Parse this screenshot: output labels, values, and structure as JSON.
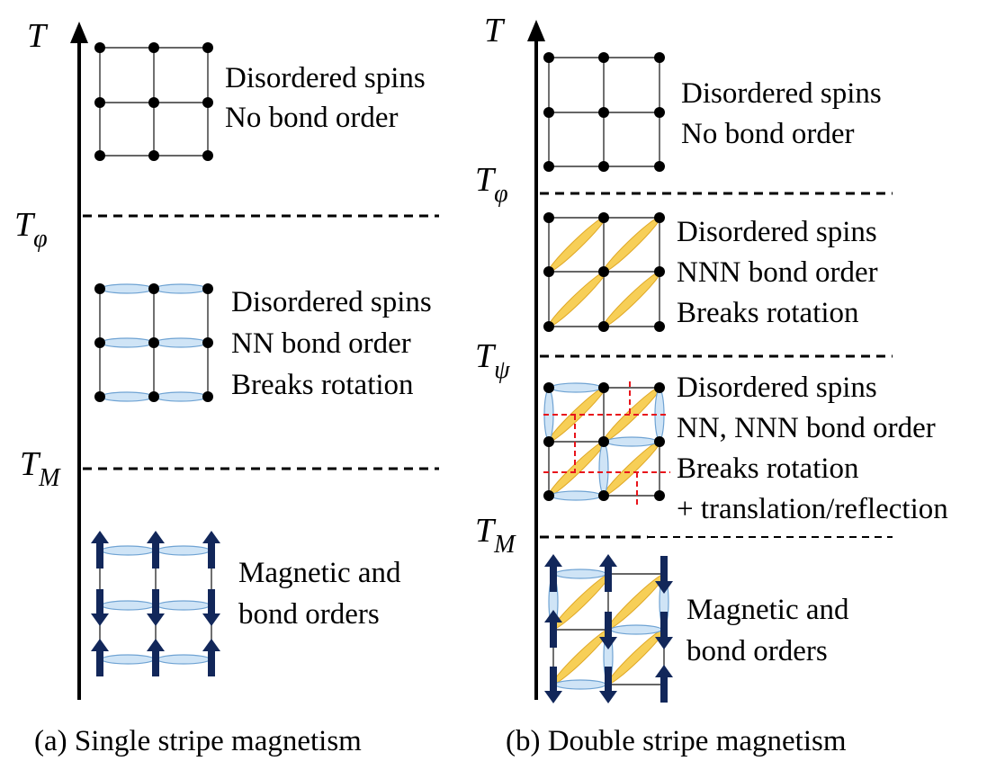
{
  "colors": {
    "nn_bond": "#cfe4f6",
    "nnn_bond": "#f7cf57",
    "spin_arrow": "#12275a",
    "translation_cut": "#e8141b"
  },
  "panel_a": {
    "axis_label": "T",
    "t_phi": {
      "base": "T",
      "sub": "φ"
    },
    "t_m": {
      "base": "T",
      "sub": "M"
    },
    "phase1": {
      "line1": "Disordered spins",
      "line2": "No bond order"
    },
    "phase2": {
      "line1": "Disordered spins",
      "line2": "NN bond order",
      "line3": "Breaks rotation"
    },
    "phase3": {
      "line1": "Magnetic and",
      "line2": "bond orders"
    },
    "caption": "(a) Single stripe magnetism"
  },
  "panel_b": {
    "axis_label": "T",
    "t_phi": {
      "base": "T",
      "sub": "φ"
    },
    "t_psi": {
      "base": "T",
      "sub": "ψ"
    },
    "t_m": {
      "base": "T",
      "sub": "M"
    },
    "phase1": {
      "line1": "Disordered spins",
      "line2": "No bond order"
    },
    "phase2": {
      "line1": "Disordered spins",
      "line2": "NNN bond order",
      "line3": "Breaks rotation"
    },
    "phase3": {
      "line1": "Disordered spins",
      "line2": "NN, NNN bond order",
      "line3": "Breaks rotation",
      "line4": "+ translation/reflection"
    },
    "phase4": {
      "line1": "Magnetic and",
      "line2": "bond orders"
    },
    "caption": "(b) Double stripe magnetism"
  }
}
